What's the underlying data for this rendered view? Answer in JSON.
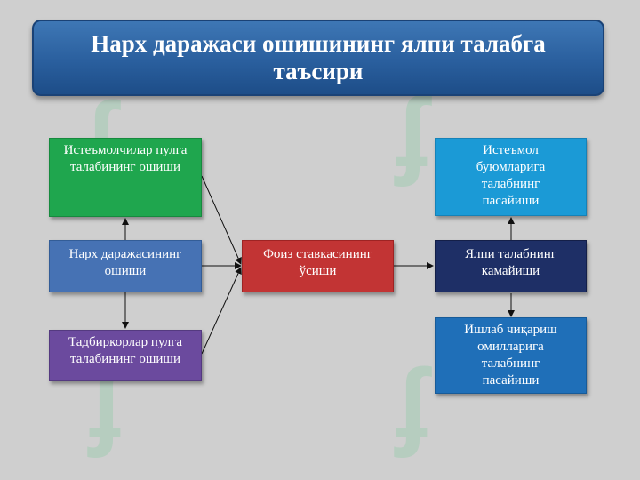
{
  "title": "Нарх даражаси ошишининг ялпи талабга таъсири",
  "nodes": {
    "consumer_money_demand": "Истеъмолчилар пулга талабининг ошиши",
    "price_level_rise": "Нарх даражасининг ошиши",
    "entrepreneur_money_demand": "Тадбиркорлар пулга талабининг ошиши",
    "interest_rate_growth": "Фоиз ставкасининг ўсиши",
    "consumer_goods_demand": "Истеъмол буюмларига талабнинг пасайиши",
    "aggregate_demand_fall": "Ялпи талабнинг камайиши",
    "production_factors_demand": "Ишлаб чиқариш омилларига талабнинг пасайиши"
  },
  "colors": {
    "title_bg": "#2a5f9e",
    "green": "#1fa64e",
    "steel": "#4672b4",
    "purple": "#6b4a9e",
    "red": "#c23434",
    "sky": "#1b9ad6",
    "navy": "#1e2f66",
    "blue": "#1f6fb8"
  }
}
